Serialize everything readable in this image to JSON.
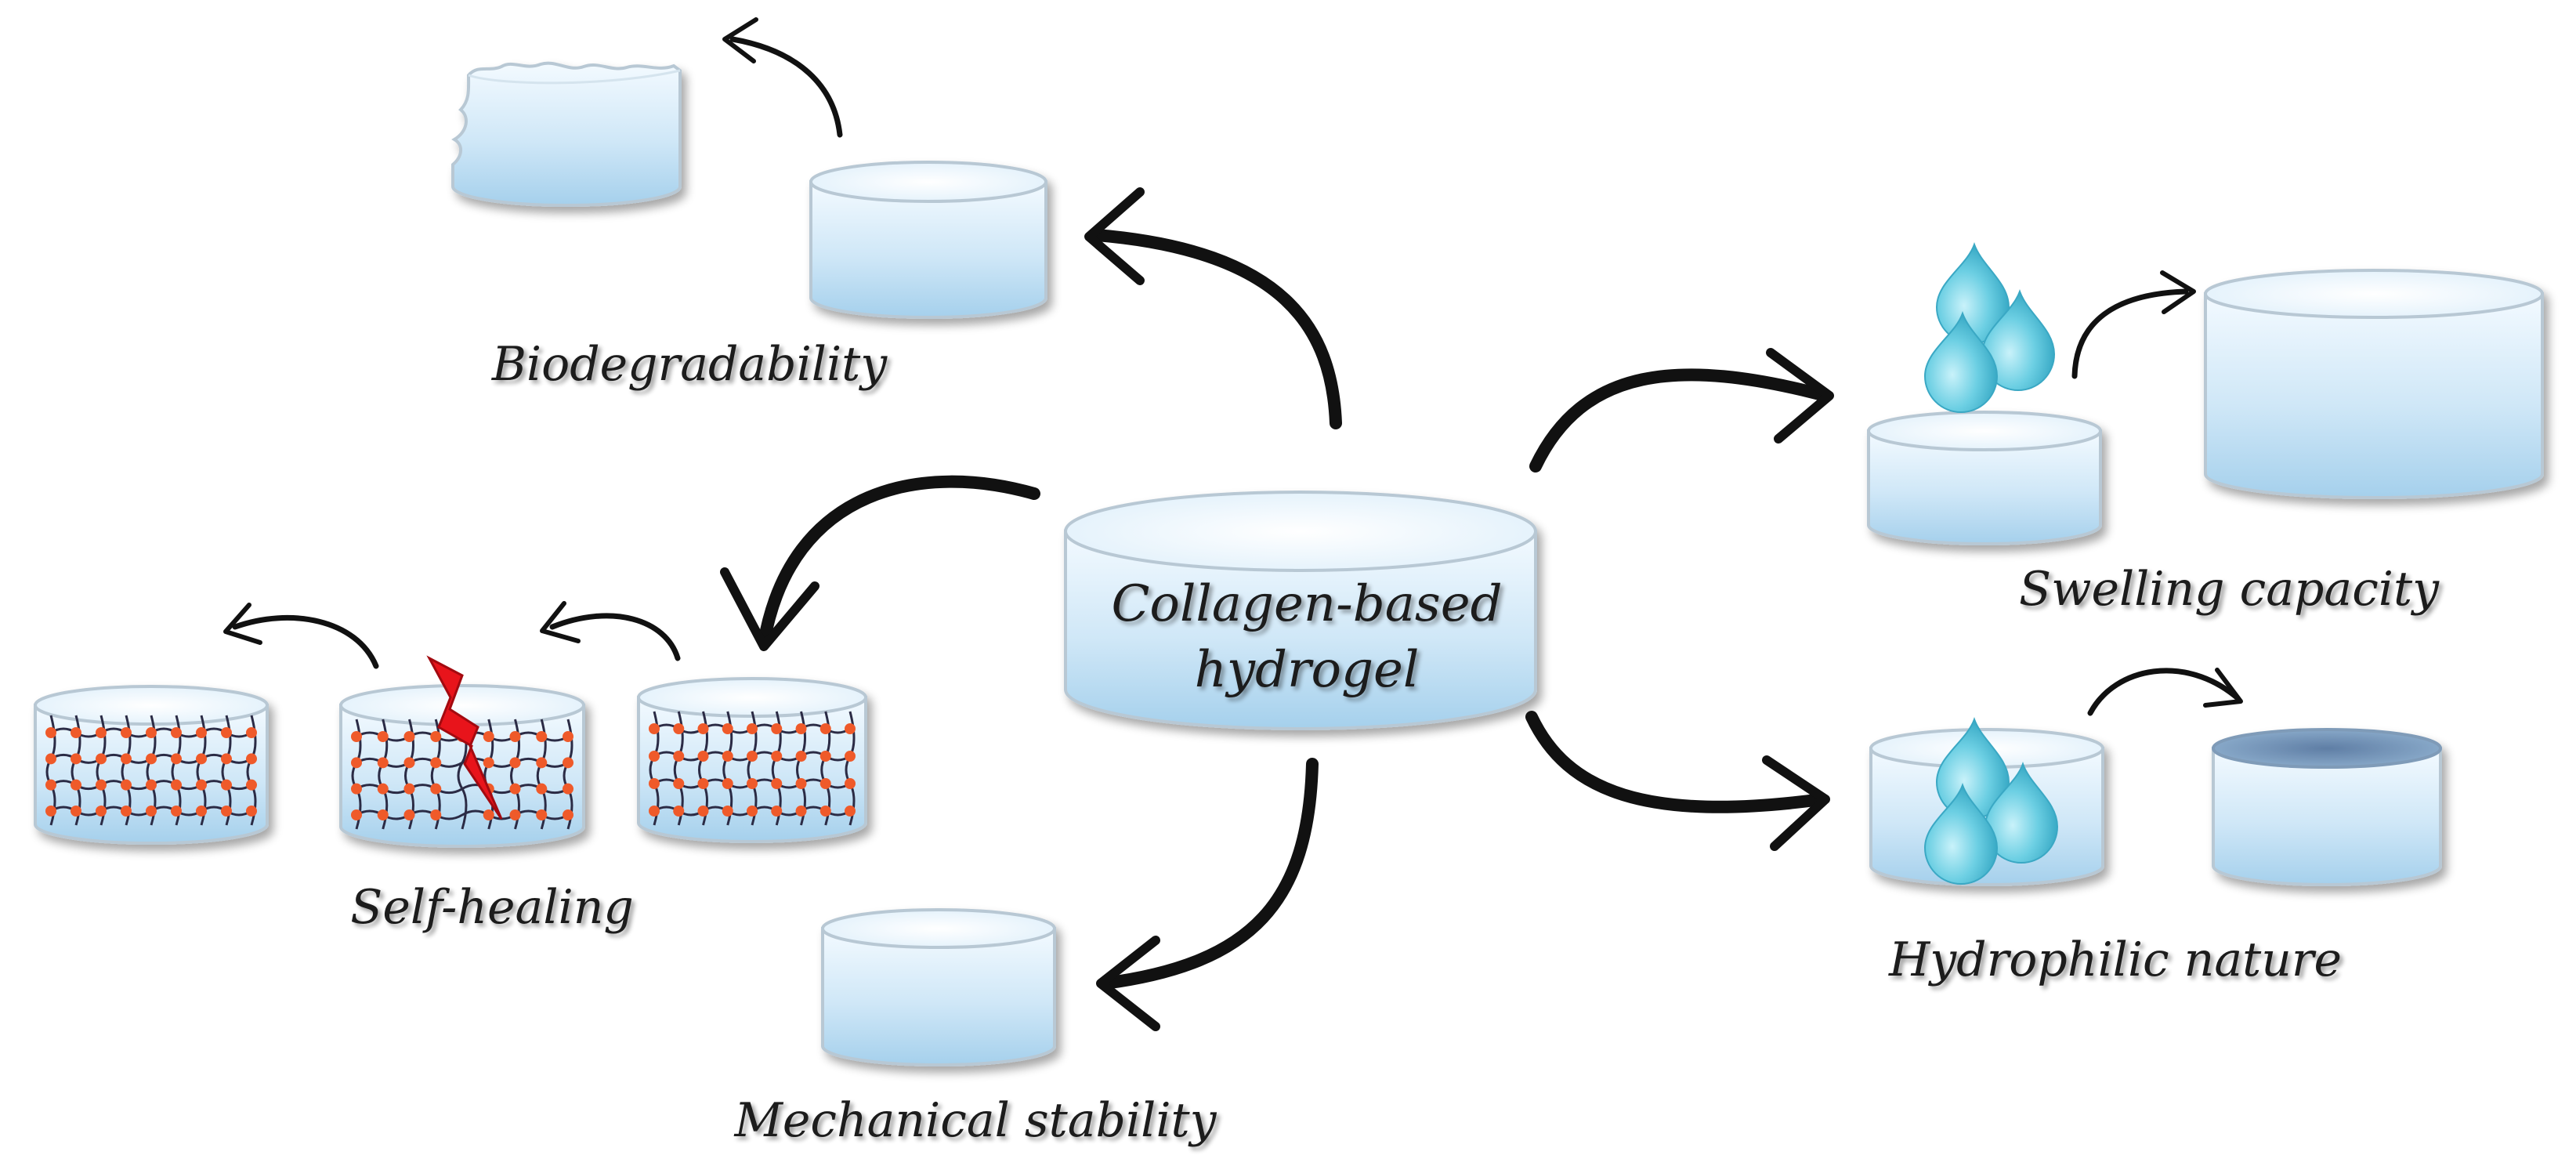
{
  "center": {
    "line1": "Collagen-based",
    "line2": "hydrogel"
  },
  "properties": {
    "biodegradability": "Biodegradability",
    "swelling": "Swelling capacity",
    "hydrophilic": "Hydrophilic nature",
    "mechanical": "Mechanical stability",
    "self_healing": "Self-healing"
  },
  "colors": {
    "gel_top": "#eaf6fd",
    "gel_body_light": "#eef8fe",
    "gel_body_dark": "#a9d3ee",
    "droplet": "#5cc6dd",
    "polymer_chain": "#2b2b45",
    "crosslink": "#ef5a2a",
    "crack": "#e21b1b",
    "water_surface": "#5c7fa6"
  },
  "icons": [
    "droplet-icon",
    "lightning-crack-icon"
  ]
}
